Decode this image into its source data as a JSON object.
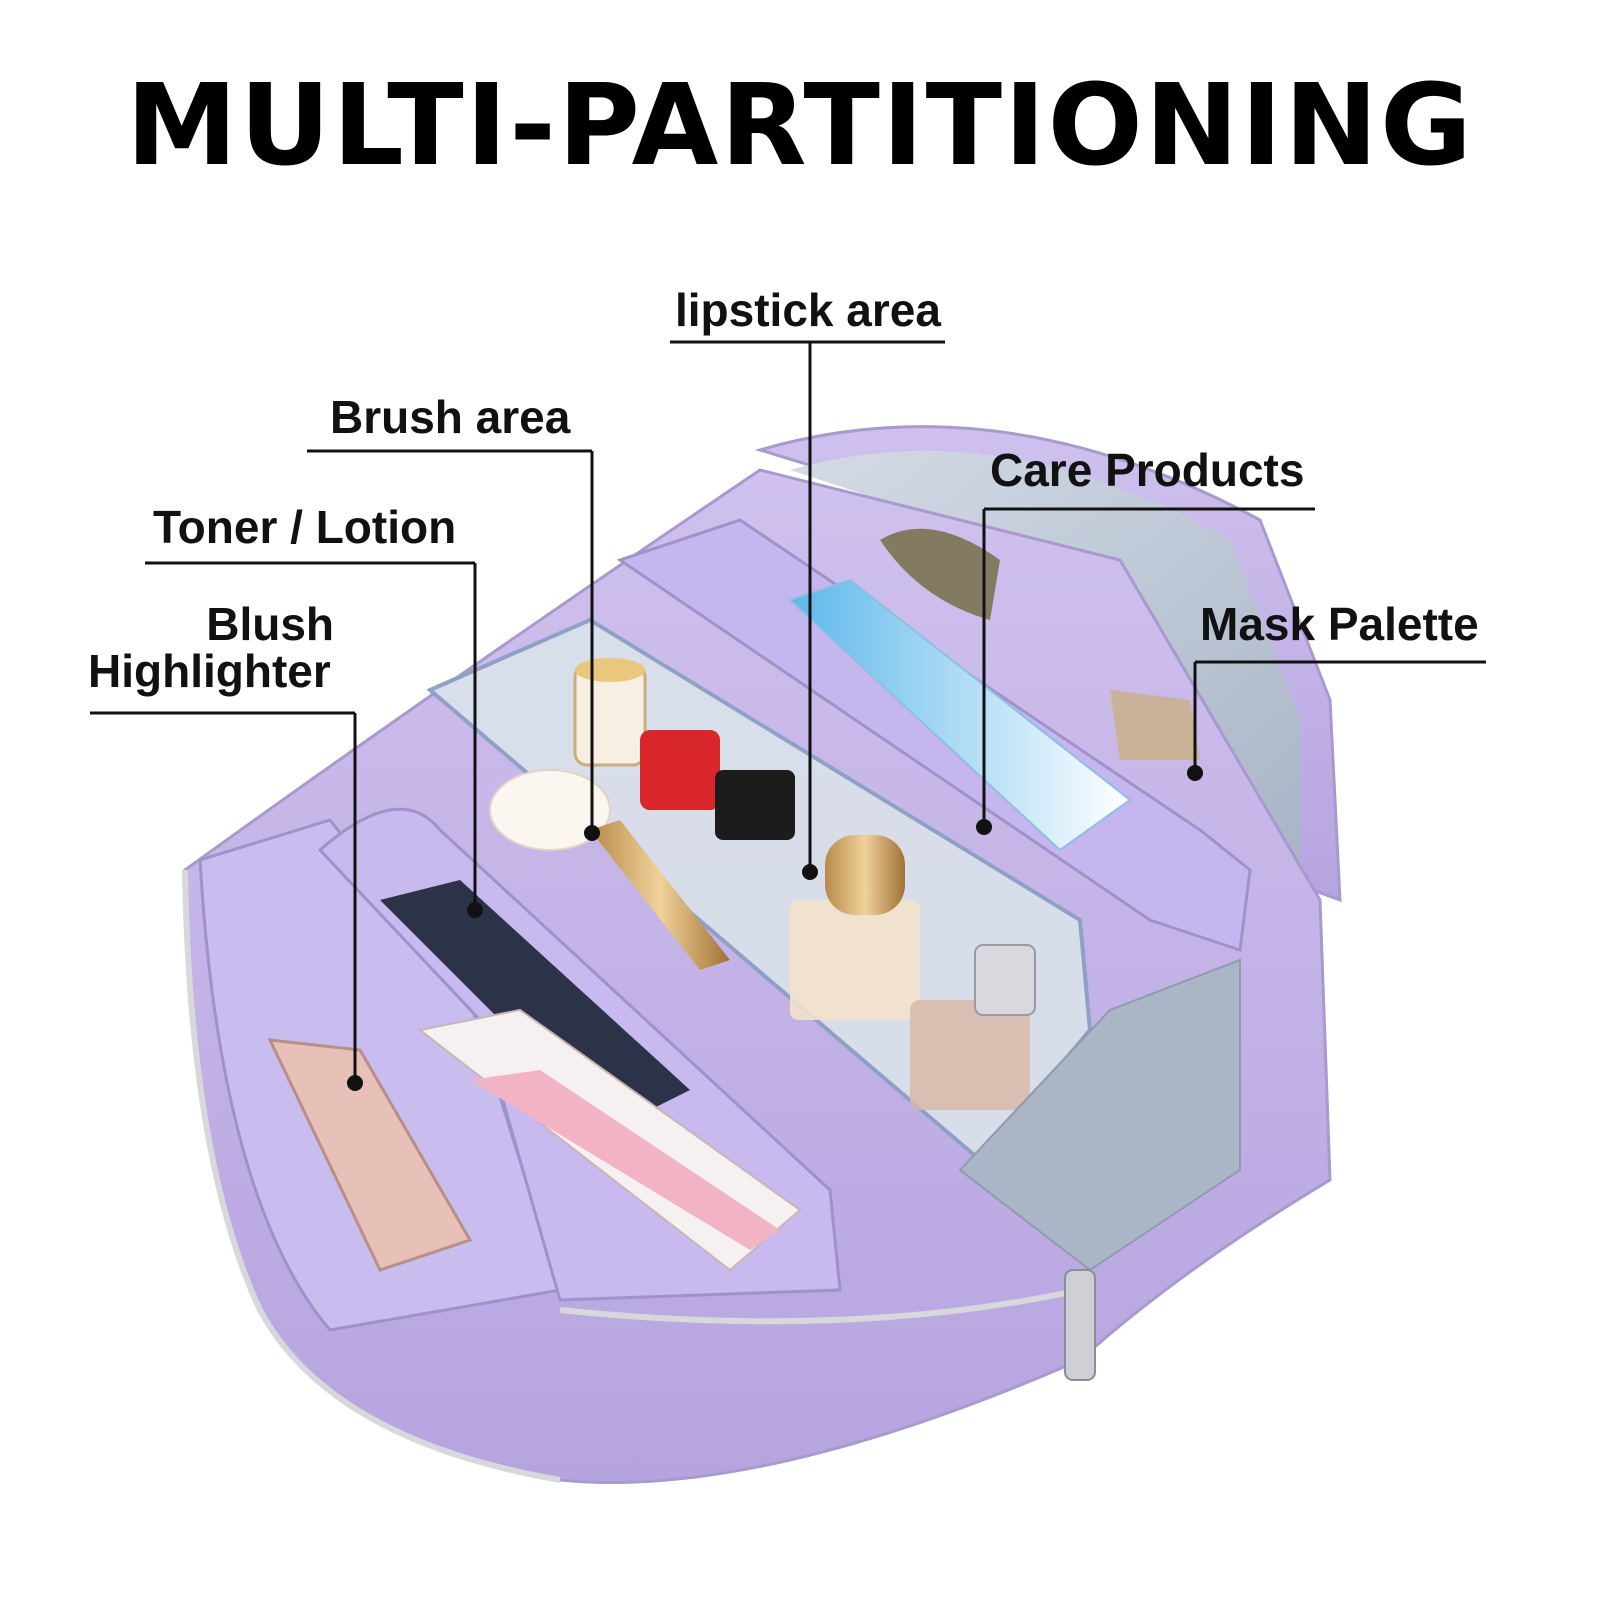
{
  "title": "MULTI-PARTITIONING",
  "labels": {
    "lipstick": "lipstick area",
    "brush": "Brush area",
    "toner": "Toner / Lotion",
    "blush_line1": "Blush",
    "blush_line2": "Highlighter",
    "care": "Care Products",
    "mask": "Mask Palette"
  },
  "colors": {
    "bag_purple": "#c3b3e6",
    "lining_grey": "#b9c4d2",
    "line": "#111111"
  }
}
